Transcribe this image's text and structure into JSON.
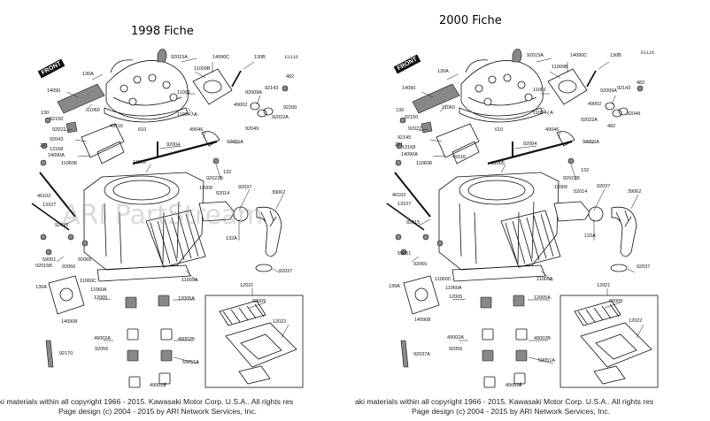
{
  "panels": [
    {
      "title": "1998 Fiche",
      "catalog_code": "E1116",
      "front_badge": "FRONT",
      "labels": [
        {
          "id": "130A",
          "t": "130A"
        },
        {
          "id": "14090",
          "t": "14090"
        },
        {
          "id": "11060",
          "t": "11060"
        },
        {
          "id": "130",
          "t": "130"
        },
        {
          "id": "92150",
          "t": "92150"
        },
        {
          "id": "92022",
          "t": "92022"
        },
        {
          "id": "92043",
          "t": "92043"
        },
        {
          "id": "13168",
          "t": "13168"
        },
        {
          "id": "221",
          "t": "221"
        },
        {
          "id": "14090A",
          "t": "14090A"
        },
        {
          "id": "110608",
          "t": "110608"
        },
        {
          "id": "46102",
          "t": "46102"
        },
        {
          "id": "13107",
          "t": "13107"
        },
        {
          "id": "92015",
          "t": "92015"
        },
        {
          "id": "59051",
          "t": "59051"
        },
        {
          "id": "92015B",
          "t": "92015B"
        },
        {
          "id": "92065",
          "t": "92065"
        },
        {
          "id": "92066",
          "t": "92066"
        },
        {
          "id": "130A_b",
          "t": "130A"
        },
        {
          "id": "11060C",
          "t": "11060C"
        },
        {
          "id": "11060A",
          "t": "11060A"
        },
        {
          "id": "12005",
          "t": "12005"
        },
        {
          "id": "140908",
          "t": "140908"
        },
        {
          "id": "49002A",
          "t": "49002A"
        },
        {
          "id": "92055",
          "t": "92055"
        },
        {
          "id": "92170",
          "t": "92170"
        },
        {
          "id": "92015A",
          "t": "92015A"
        },
        {
          "id": "11009B",
          "t": "11009B"
        },
        {
          "id": "14090C",
          "t": "14090C"
        },
        {
          "id": "130B",
          "t": "130B"
        },
        {
          "id": "11001",
          "t": "11001"
        },
        {
          "id": "11004",
          "t": "11004 / A"
        },
        {
          "id": "92009A",
          "t": "92009A"
        },
        {
          "id": "92143",
          "t": "92143"
        },
        {
          "id": "482",
          "t": "482"
        },
        {
          "id": "49002",
          "t": "49002"
        },
        {
          "id": "92049",
          "t": "92049"
        },
        {
          "id": "92022A",
          "t": "92022A"
        },
        {
          "id": "92200",
          "t": "92200"
        },
        {
          "id": "49116",
          "t": "49116"
        },
        {
          "id": "610",
          "t": "610"
        },
        {
          "id": "49046",
          "t": "49046"
        },
        {
          "id": "92004",
          "t": "92004"
        },
        {
          "id": "92055A",
          "t": "92055A"
        },
        {
          "id": "11005",
          "t": "11005"
        },
        {
          "id": "92022B",
          "t": "92022B"
        },
        {
          "id": "132",
          "t": "132"
        },
        {
          "id": "11009",
          "t": "11009"
        },
        {
          "id": "52014",
          "t": "52014"
        },
        {
          "id": "92037",
          "t": "92037"
        },
        {
          "id": "39062",
          "t": "39062"
        },
        {
          "id": "132A",
          "t": "132A"
        },
        {
          "id": "92037_b",
          "t": "92037"
        },
        {
          "id": "11009A",
          "t": "11009A"
        },
        {
          "id": "12021",
          "t": "12021"
        },
        {
          "id": "12005A",
          "t": "12005A"
        },
        {
          "id": "92009",
          "t": "92009"
        },
        {
          "id": "12022",
          "t": "12022"
        },
        {
          "id": "49002B",
          "t": "49002B"
        },
        {
          "id": "59051A",
          "t": "59051A"
        },
        {
          "id": "490028",
          "t": "490028"
        }
      ],
      "copyright_line1": "aki materials within all copyright 1966 - 2015. Kawasaki Motor Corp. U.S.A.. All rights res",
      "copyright_line2": "Page design (c) 2004 - 2015 by ARI Network Services, Inc."
    },
    {
      "title": "2000 Fiche",
      "catalog_code": "E1116",
      "front_badge": "FRONT",
      "labels": [
        {
          "id": "130A",
          "t": "130A"
        },
        {
          "id": "14090",
          "t": "14090"
        },
        {
          "id": "11060",
          "t": "11060"
        },
        {
          "id": "130",
          "t": "130"
        },
        {
          "id": "92150",
          "t": "92150"
        },
        {
          "id": "92022",
          "t": "92022"
        },
        {
          "id": "92145",
          "t": "92145"
        },
        {
          "id": "13168",
          "t": "13168"
        },
        {
          "id": "221",
          "t": "221"
        },
        {
          "id": "14090A",
          "t": "14090A"
        },
        {
          "id": "110608",
          "t": "110608"
        },
        {
          "id": "46102",
          "t": "46102"
        },
        {
          "id": "13107",
          "t": "13107"
        },
        {
          "id": "92015",
          "t": "92015"
        },
        {
          "id": "59051",
          "t": "59051"
        },
        {
          "id": "92066",
          "t": "92066"
        },
        {
          "id": "11060C",
          "t": "11060C"
        },
        {
          "id": "11060A",
          "t": "11060A"
        },
        {
          "id": "12005",
          "t": "12005"
        },
        {
          "id": "140908",
          "t": "140908"
        },
        {
          "id": "49002A",
          "t": "49002A"
        },
        {
          "id": "92055",
          "t": "92055"
        },
        {
          "id": "92037A",
          "t": "92037A"
        },
        {
          "id": "130A_b",
          "t": "130A"
        },
        {
          "id": "92015A",
          "t": "92015A"
        },
        {
          "id": "11009B",
          "t": "11009B"
        },
        {
          "id": "14090C",
          "t": "14090C"
        },
        {
          "id": "130B",
          "t": "130B"
        },
        {
          "id": "11001",
          "t": "11001"
        },
        {
          "id": "11004",
          "t": "11004 / A"
        },
        {
          "id": "92009A",
          "t": "92009A"
        },
        {
          "id": "92143",
          "t": "92143"
        },
        {
          "id": "482",
          "t": "482"
        },
        {
          "id": "49002",
          "t": "49002"
        },
        {
          "id": "92022A",
          "t": "92022A"
        },
        {
          "id": "92049",
          "t": "92049"
        },
        {
          "id": "482_b",
          "t": "482"
        },
        {
          "id": "49116",
          "t": "49116"
        },
        {
          "id": "610",
          "t": "610"
        },
        {
          "id": "49046",
          "t": "49046"
        },
        {
          "id": "92004",
          "t": "92004"
        },
        {
          "id": "92055A",
          "t": "92055A"
        },
        {
          "id": "11005",
          "t": "11005"
        },
        {
          "id": "92022B",
          "t": "92022B"
        },
        {
          "id": "132",
          "t": "132"
        },
        {
          "id": "11009",
          "t": "11009"
        },
        {
          "id": "52014",
          "t": "52014"
        },
        {
          "id": "92037",
          "t": "92037"
        },
        {
          "id": "39062",
          "t": "39062"
        },
        {
          "id": "132A",
          "t": "132A"
        },
        {
          "id": "92037_b",
          "t": "92037"
        },
        {
          "id": "11009A",
          "t": "11009A"
        },
        {
          "id": "12021",
          "t": "12021"
        },
        {
          "id": "12005A",
          "t": "12005A"
        },
        {
          "id": "92009",
          "t": "92009"
        },
        {
          "id": "12022",
          "t": "12022"
        },
        {
          "id": "49002B",
          "t": "49002B"
        },
        {
          "id": "59051A",
          "t": "59051A"
        },
        {
          "id": "490028",
          "t": "490028"
        }
      ],
      "copyright_line1": "aki materials within all copyright 1966 - 2015. Kawasaki Motor Corp. U.S.A.. All rights res",
      "copyright_line2": "Page design (c) 2004 - 2015 by ARI Network Services, Inc."
    }
  ],
  "watermark": "ARI PartStream",
  "colors": {
    "line": "#111111",
    "watermark": "#9a9a9a",
    "background": "#ffffff"
  }
}
